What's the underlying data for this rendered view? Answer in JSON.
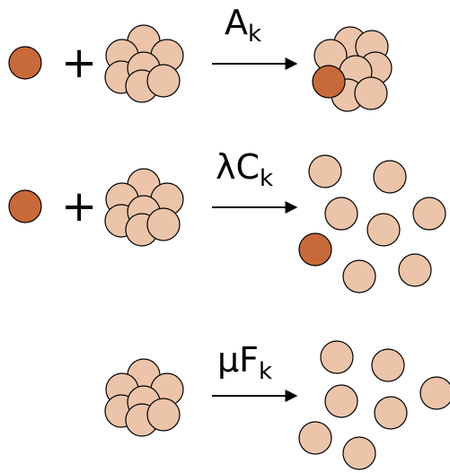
{
  "colors": {
    "light_particle": "#ecc4aa",
    "dark_particle": "#c8693a",
    "stroke": "#000000"
  },
  "rows": [
    {
      "rate": "A",
      "sub": "k",
      "plus": "+"
    },
    {
      "rate": "λC",
      "sub": "k",
      "plus": "+"
    },
    {
      "rate": "μF",
      "sub": "k"
    }
  ]
}
